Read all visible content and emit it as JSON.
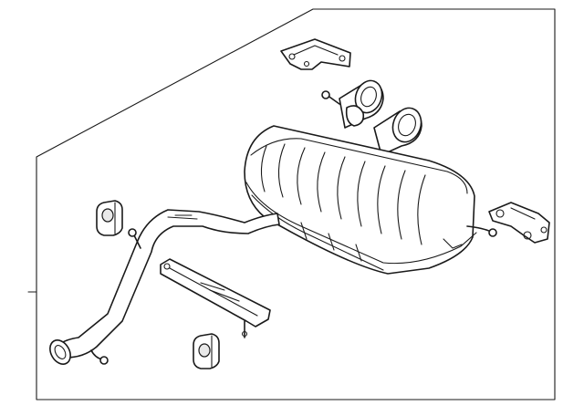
{
  "diagram": {
    "parts": [
      {
        "id": "muffler",
        "name": "muffler-assembly"
      },
      {
        "id": "tailpipe-left",
        "name": "tailpipe-tip"
      },
      {
        "id": "tailpipe-right",
        "name": "tailpipe-tip"
      },
      {
        "id": "intermediate-pipe",
        "name": "intermediate-pipe"
      },
      {
        "id": "rear-bracket",
        "name": "rear-hanger-bracket"
      },
      {
        "id": "top-bracket",
        "name": "upper-mounting-bracket"
      },
      {
        "id": "support-strap",
        "name": "support-strap"
      },
      {
        "id": "insulator-upper",
        "name": "rubber-insulator"
      },
      {
        "id": "insulator-lower",
        "name": "rubber-insulator"
      },
      {
        "id": "front-hanger-pin",
        "name": "hanger-pin"
      }
    ]
  }
}
